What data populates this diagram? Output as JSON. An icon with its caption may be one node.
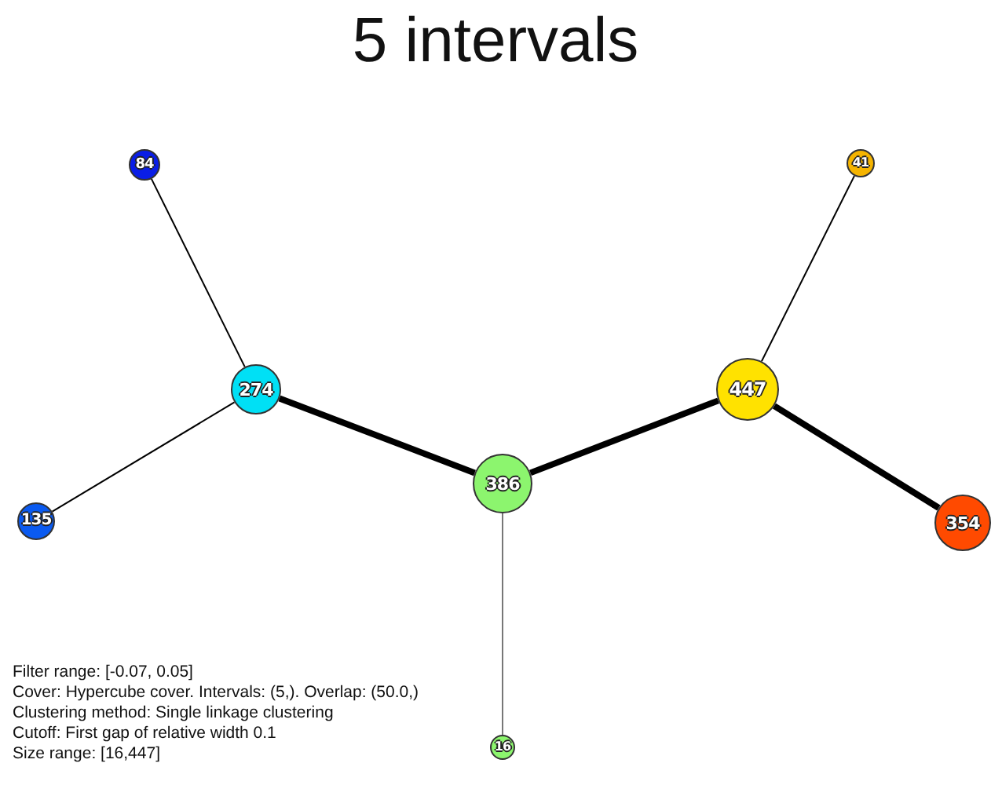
{
  "diagram": {
    "title": "5 intervals",
    "nodes": [
      {
        "text": [
          "84"
        ]
      },
      {
        "text": [
          "41"
        ]
      },
      {
        "text": [
          "274"
        ]
      },
      {
        "text": [
          "447"
        ]
      },
      {
        "text": [
          "386"
        ]
      },
      {
        "text": [
          "135"
        ]
      },
      {
        "text": [
          "354"
        ]
      },
      {
        "text": [
          "16"
        ]
      }
    ],
    "edges": [
      {
        "from": 0,
        "to": 2,
        "arrow": "none"
      },
      {
        "from": 2,
        "to": 5,
        "arrow": "none"
      },
      {
        "from": 2,
        "to": 4,
        "arrow": "none",
        "style": "thick"
      },
      {
        "from": 4,
        "to": 3,
        "arrow": "none",
        "style": "thick"
      },
      {
        "from": 1,
        "to": 3,
        "arrow": "none"
      },
      {
        "from": 3,
        "to": 6,
        "arrow": "none",
        "style": "thick"
      },
      {
        "from": 4,
        "to": 7,
        "arrow": "none",
        "color": "#777777"
      }
    ],
    "labels": [
      "Filter range: [-0.07, 0.05]",
      "Cover: Hypercube cover. Intervals: (5,). Overlap: (50.0,)",
      "Clustering method: Single linkage clustering",
      "Cutoff: First gap of relative width 0.1",
      "Size range: [16,447]"
    ]
  }
}
